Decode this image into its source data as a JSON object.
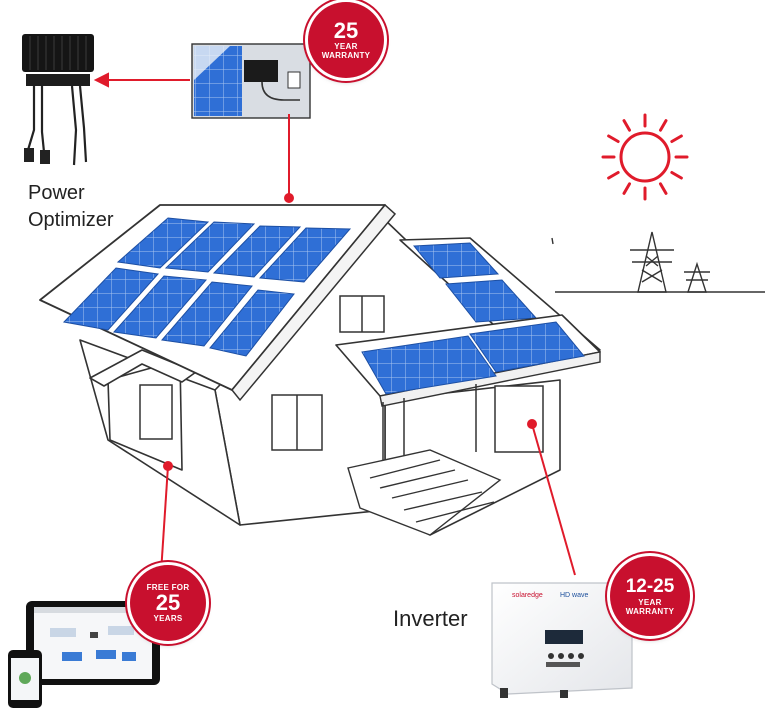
{
  "labels": {
    "power_optimizer_line1": "Power",
    "power_optimizer_line2": "Optimizer",
    "inverter": "Inverter"
  },
  "badges": {
    "panel_warranty": {
      "value": "25",
      "line1": "YEAR",
      "line2": "WARRANTY"
    },
    "monitoring": {
      "line1": "FREE FOR",
      "value": "25",
      "line2": "YEARS"
    },
    "inverter_warranty": {
      "value": "12-25",
      "line1": "YEAR",
      "line2": "WARRANTY"
    }
  },
  "inverter_device": {
    "brand": "solaredge",
    "model_mark": "HD wave"
  },
  "colors": {
    "accent_red": "#c8102e",
    "panel_blue": "#2f6fd6",
    "panel_grid": "#c9dcf5",
    "outline": "#333333"
  }
}
